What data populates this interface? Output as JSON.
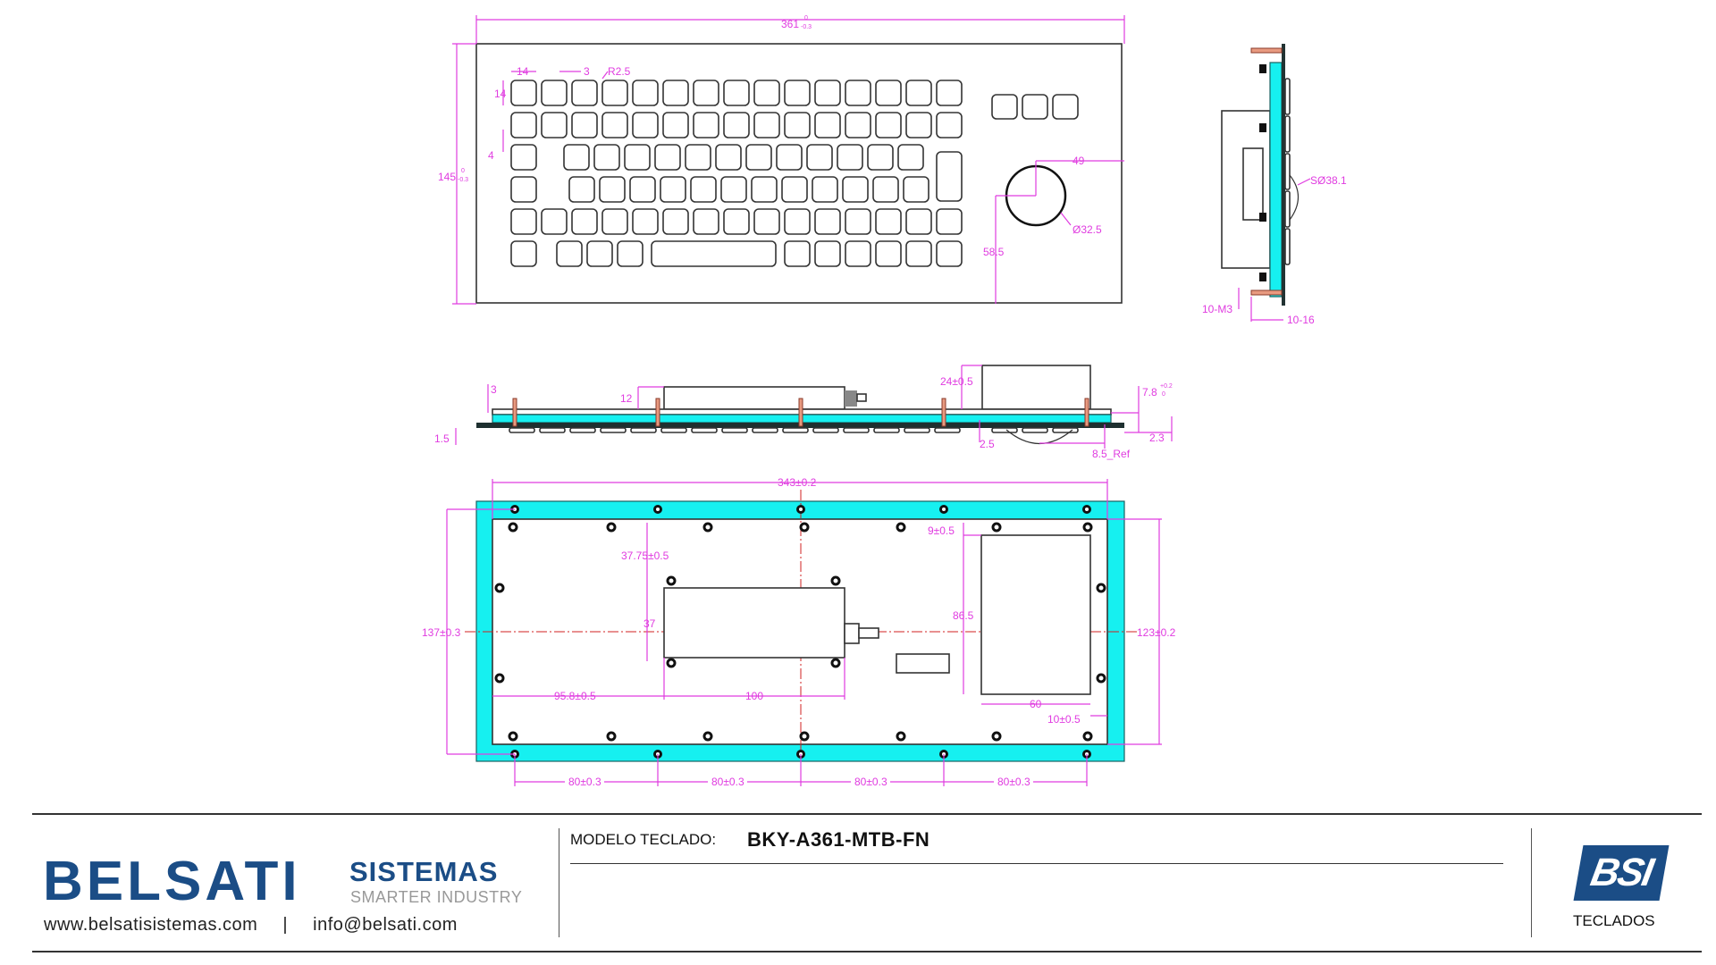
{
  "drawing": {
    "front": {
      "width_dim": "361",
      "width_tol_upper": "0",
      "width_tol_lower": "-0.3",
      "height_dim": "145",
      "height_tol_upper": "0",
      "height_tol_lower": "-0.3",
      "key_width": "14",
      "key_gap": "3",
      "key_radius": "R2.5",
      "key_height": "14",
      "row_gap": "4",
      "trackball_offset_x": "49",
      "trackball_diameter": "Ø32.5",
      "trackball_offset_y": "58.5"
    },
    "side": {
      "dome": "SØ38.1",
      "screws": "10-M3",
      "screw_length": "10-16"
    },
    "section": {
      "stud": "3",
      "plate": "1.5",
      "box_height": "12",
      "module_height": "24±0.5",
      "overall": "7.8",
      "overall_tol_upper": "+0.2",
      "overall_tol_lower": "0",
      "right_gap": "2.3",
      "key_travel": "2.5",
      "ref": "8.5_Ref"
    },
    "rear": {
      "width": "343±0.2",
      "height_outer": "137±0.3",
      "height_inner": "123±0.2",
      "box_offset_y": "37.75±0.5",
      "box_height": "37",
      "module_height": "86.5",
      "module_offset": "9±0.5",
      "box_offset_x": "95.8±0.5",
      "box_width": "100",
      "module_width": "60",
      "module_edge": "10±0.5",
      "pitch": [
        "80±0.3",
        "80±0.3",
        "80±0.3",
        "80±0.3"
      ]
    }
  },
  "footer": {
    "brand_main": "BELSATI",
    "brand_secondary": "SISTEMAS",
    "tagline": "SMARTER INDUSTRY",
    "website": "www.belsatisistemas.com",
    "separator": "|",
    "email": "info@belsati.com",
    "model_label": "MODELO TECLADO:",
    "model_value": "BKY-A361-MTB-FN",
    "logo_text": "BSI",
    "category": "TECLADOS"
  }
}
